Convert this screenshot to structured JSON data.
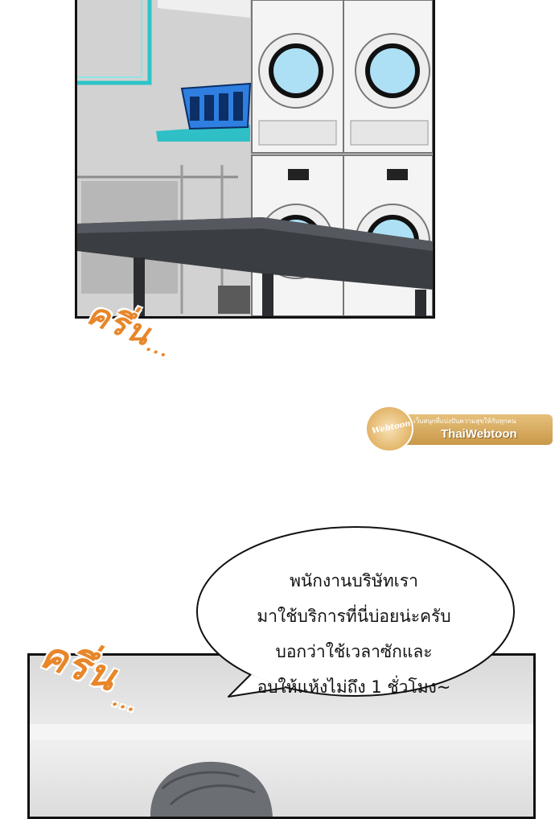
{
  "sfx": {
    "top": "ครึ่น",
    "top_dots": "...",
    "bottom": "ครึ่น",
    "bottom_dots": "..."
  },
  "watermark": {
    "tagline": "เว็บสนุกที่แบ่งปันความสุขให้กับทุกคน",
    "name": "ThaiWebtoon",
    "logo_text": "Webtoon"
  },
  "speech_bubble": {
    "lines": [
      "พนักงานบริษัทเรา",
      "มาใช้บริการที่นี่บ่อยน่ะครับ",
      "บอกว่าใช้เวลาซักและ",
      "อบให้แห้งไม่ถึง 1 ชั่วโมง~"
    ]
  },
  "colors": {
    "sfx": "#e8862a",
    "panel_border": "#111111",
    "teal_frame": "#2ec4c9",
    "basket": "#2f7fe0",
    "table": "#3a3d42"
  },
  "icons": [
    "washing-machine-icon",
    "laundry-basket-icon"
  ]
}
